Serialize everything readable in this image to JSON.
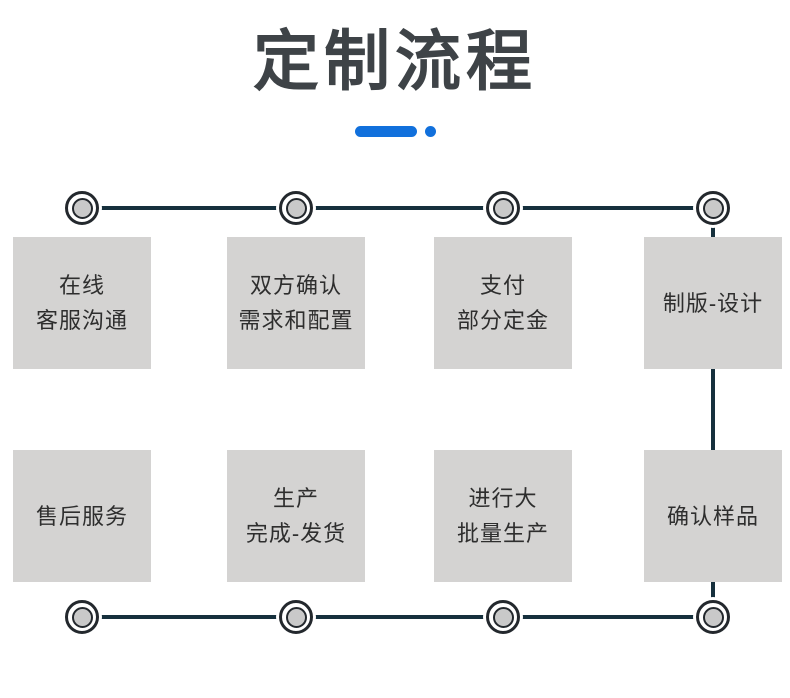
{
  "title": "定制流程",
  "colors": {
    "title_text": "#3E4347",
    "accent_blue": "#1170DC",
    "connector_line": "#16303D",
    "node_ring": "#23282D",
    "node_fill": "#C9C9C9",
    "box_background": "#D4D3D2",
    "box_text": "#2E2E2E",
    "page_background": "#FFFFFF"
  },
  "flow": {
    "top_row": [
      {
        "id": "online-service",
        "lines": [
          "在线",
          "客服沟通"
        ]
      },
      {
        "id": "confirm-config",
        "lines": [
          "双方确认",
          "需求和配置"
        ]
      },
      {
        "id": "pay-deposit",
        "lines": [
          "支付",
          "部分定金"
        ]
      },
      {
        "id": "plate-design",
        "lines": [
          "制版-设计"
        ]
      }
    ],
    "bottom_row": [
      {
        "id": "after-sales",
        "lines": [
          "售后服务"
        ]
      },
      {
        "id": "finish-ship",
        "lines": [
          "生产",
          "完成-发货"
        ]
      },
      {
        "id": "mass-production",
        "lines": [
          "进行大",
          "批量生产"
        ]
      },
      {
        "id": "confirm-sample",
        "lines": [
          "确认样品"
        ]
      }
    ]
  }
}
